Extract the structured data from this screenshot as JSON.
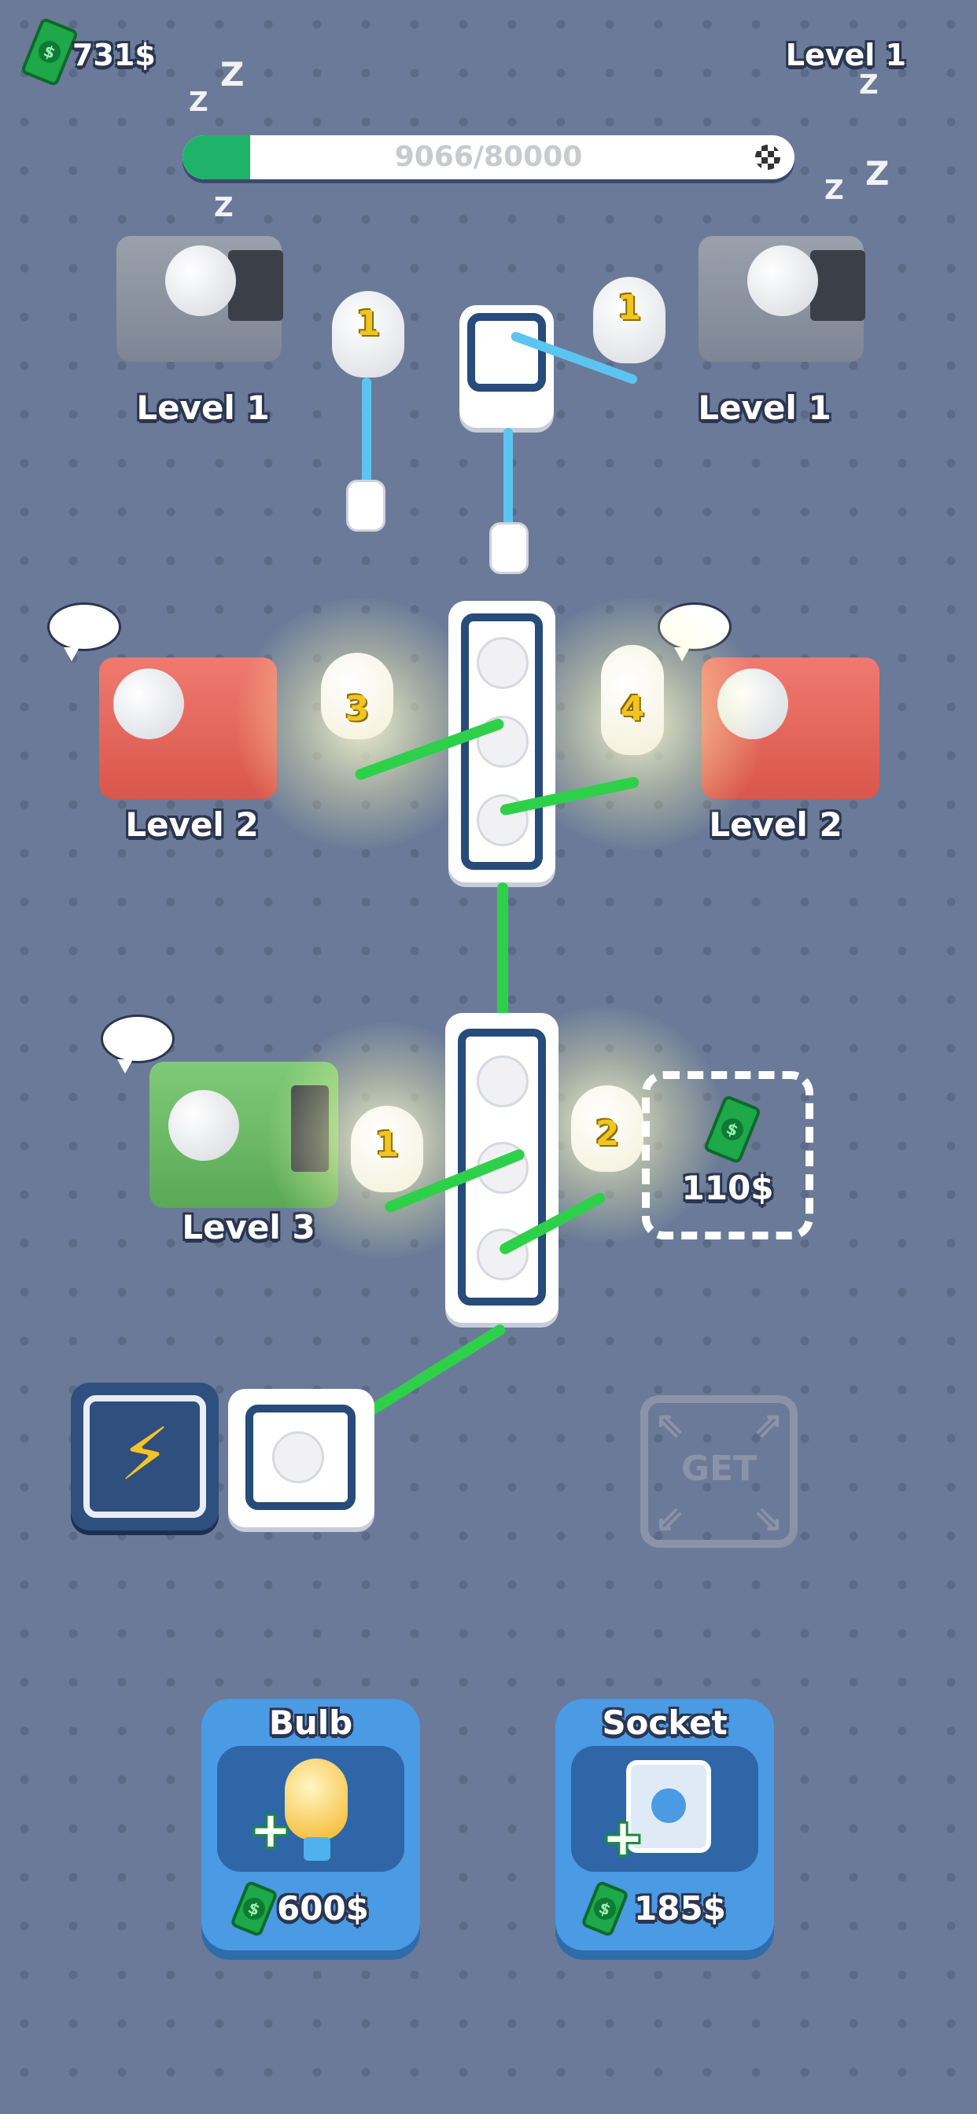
{
  "hud": {
    "money": "731$",
    "level": "Level 1",
    "progress_text": "9066/80000",
    "progress_fraction": 0.11,
    "zzz": "Z"
  },
  "desks": [
    {
      "label": "Level 1",
      "color": "#8e95a2",
      "state": "sleeping"
    },
    {
      "label": "Level 1",
      "color": "#8e95a2",
      "state": "sleeping"
    },
    {
      "label": "Level 2",
      "color": "#e8665c",
      "state": "working"
    },
    {
      "label": "Level 2",
      "color": "#e8665c",
      "state": "working"
    },
    {
      "label": "Level 3",
      "color": "#6fbc6a",
      "state": "working"
    }
  ],
  "bulbs": [
    {
      "number": "1",
      "lit": false
    },
    {
      "number": "1",
      "lit": false
    },
    {
      "number": "3",
      "lit": true
    },
    {
      "number": "4",
      "lit": true
    },
    {
      "number": "1",
      "lit": true
    },
    {
      "number": "2",
      "lit": true
    }
  ],
  "empty_slot": {
    "price": "110$"
  },
  "get_button": {
    "label": "GET"
  },
  "shop": {
    "bulb": {
      "title": "Bulb",
      "price": "600$"
    },
    "socket": {
      "title": "Socket",
      "price": "185$"
    }
  },
  "icons": [
    "cash-icon",
    "checkered-flag-icon",
    "lightning-icon",
    "plus-icon",
    "bulb-icon",
    "socket-icon",
    "speech-bubble-icon"
  ]
}
